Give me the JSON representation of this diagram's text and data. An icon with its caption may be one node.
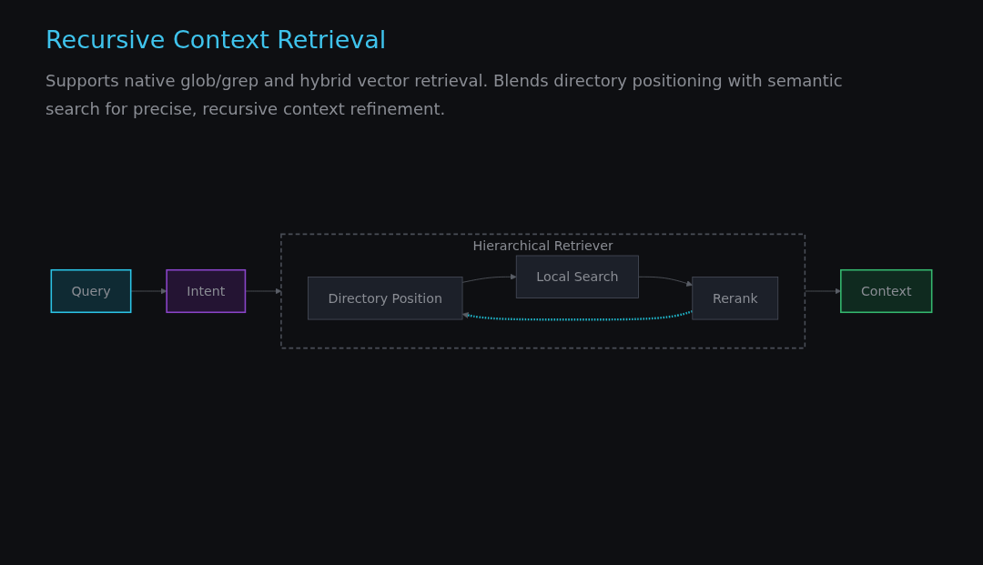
{
  "diagram": {
    "title": "Recursive Context Retrieval",
    "caption": "Supports native glob/grep and hybrid vector retrieval. Blends directory positioning with semantic search for precise, recursive context refinement.",
    "nodes": [
      {
        "text": [
          "Query"
        ]
      },
      {
        "text": [
          "Intent"
        ]
      },
      {
        "text": [
          "Hierarchical Retriever"
        ]
      },
      {
        "text": [
          "Directory Position"
        ],
        "in": 2
      },
      {
        "text": [
          "Local Search"
        ],
        "in": 2
      },
      {
        "text": [
          "Rerank"
        ],
        "in": 2
      },
      {
        "text": [
          "Context"
        ]
      }
    ],
    "edges": [
      {
        "from": 0,
        "to": 1,
        "arrow": "to"
      },
      {
        "from": 1,
        "to": 2,
        "arrow": "to"
      },
      {
        "from": 3,
        "to": 4,
        "arrow": "to"
      },
      {
        "from": 4,
        "to": 5,
        "arrow": "to"
      },
      {
        "from": 2,
        "to": 6,
        "arrow": "to"
      },
      {
        "from": 5,
        "to": 3,
        "arrow": "to",
        "style": "dashed",
        "color": "#1fb5c9"
      }
    ]
  }
}
